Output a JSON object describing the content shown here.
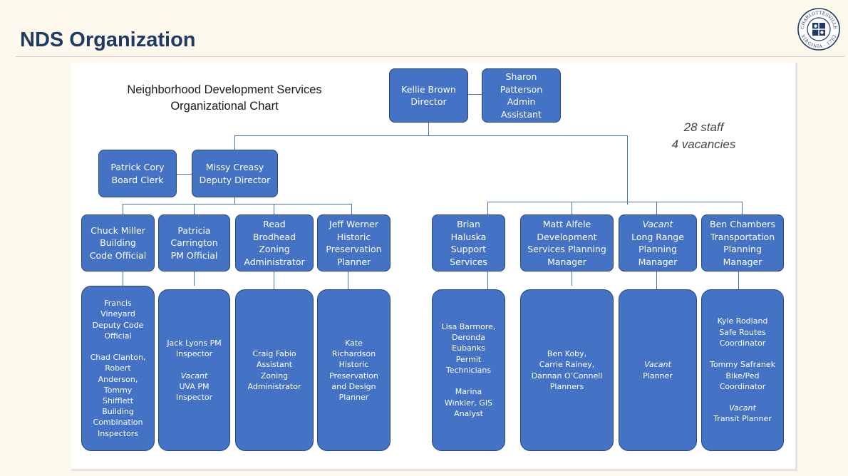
{
  "slide": {
    "title": "NDS Organization"
  },
  "org_chart": {
    "title_line1": "Neighborhood Development Services",
    "title_line2": "Organizational Chart",
    "note_line1": "28 staff",
    "note_line2": "4 vacancies",
    "director": "Kellie Brown\nDirector",
    "admin_assistant": "Sharon\nPatterson\nAdmin\nAssistant",
    "deputy_director": "Missy Creasy\nDeputy Director",
    "board_clerk": "Patrick Cory\nBoard Clerk",
    "managers": {
      "building_code": "Chuck Miller\nBuilding\nCode Official",
      "pm_official": "Patricia\nCarrington\nPM Official",
      "zoning": "Read\nBrodhead\nZoning\nAdministrator",
      "historic": "Jeff Werner\nHistoric\nPreservation\nPlanner",
      "support": "Brian\nHaluska\nSupport\nServices",
      "dev_services": "Matt Alfele\nDevelopment\nServices Planning\nManager",
      "long_range_vacant": "Vacant",
      "long_range_title": "Long Range\nPlanning\nManager",
      "transportation": "Ben Chambers\nTransportation\nPlanning\nManager"
    },
    "staff": {
      "building_code": "Francis\nVineyard\nDeputy Code\nOfficial\n\nChad Clanton,\nRobert\nAnderson,\nTommy\nShifflett\nBuilding\nCombination\nInspectors",
      "pm_official_a": "Jack Lyons PM\nInspector",
      "pm_official_vacant": "Vacant",
      "pm_official_b": "UVA PM\nInspector",
      "zoning": "Craig Fabio\nAssistant\nZoning\nAdministrator",
      "historic": "Kate\nRichardson\nHistoric\nPreservation\nand Design\nPlanner",
      "support": "Lisa Barmore,\nDeronda\nEubanks\nPermit\nTechnicians\n\nMarina\nWinkler, GIS\nAnalyst",
      "dev_services": "Ben Koby,\nCarrie Rainey,\nDannan O’Connell\nPlanners",
      "long_range_vacant": "Vacant",
      "long_range_title": "Planner",
      "transportation_a": "Kyle Rodland\nSafe Routes\nCoordinator\n\nTommy Safranek\nBike/Ped\nCoordinator",
      "transportation_vacant": "Vacant",
      "transportation_b": "Transit Planner"
    }
  },
  "logo": {
    "text_top": "CHARLOTTESVILLE",
    "text_bottom": "VIRGINIA · 1762"
  },
  "colors": {
    "box": "#4472c4",
    "border": "#2a4673",
    "title": "#1f3a63",
    "line": "#4a72b2"
  }
}
